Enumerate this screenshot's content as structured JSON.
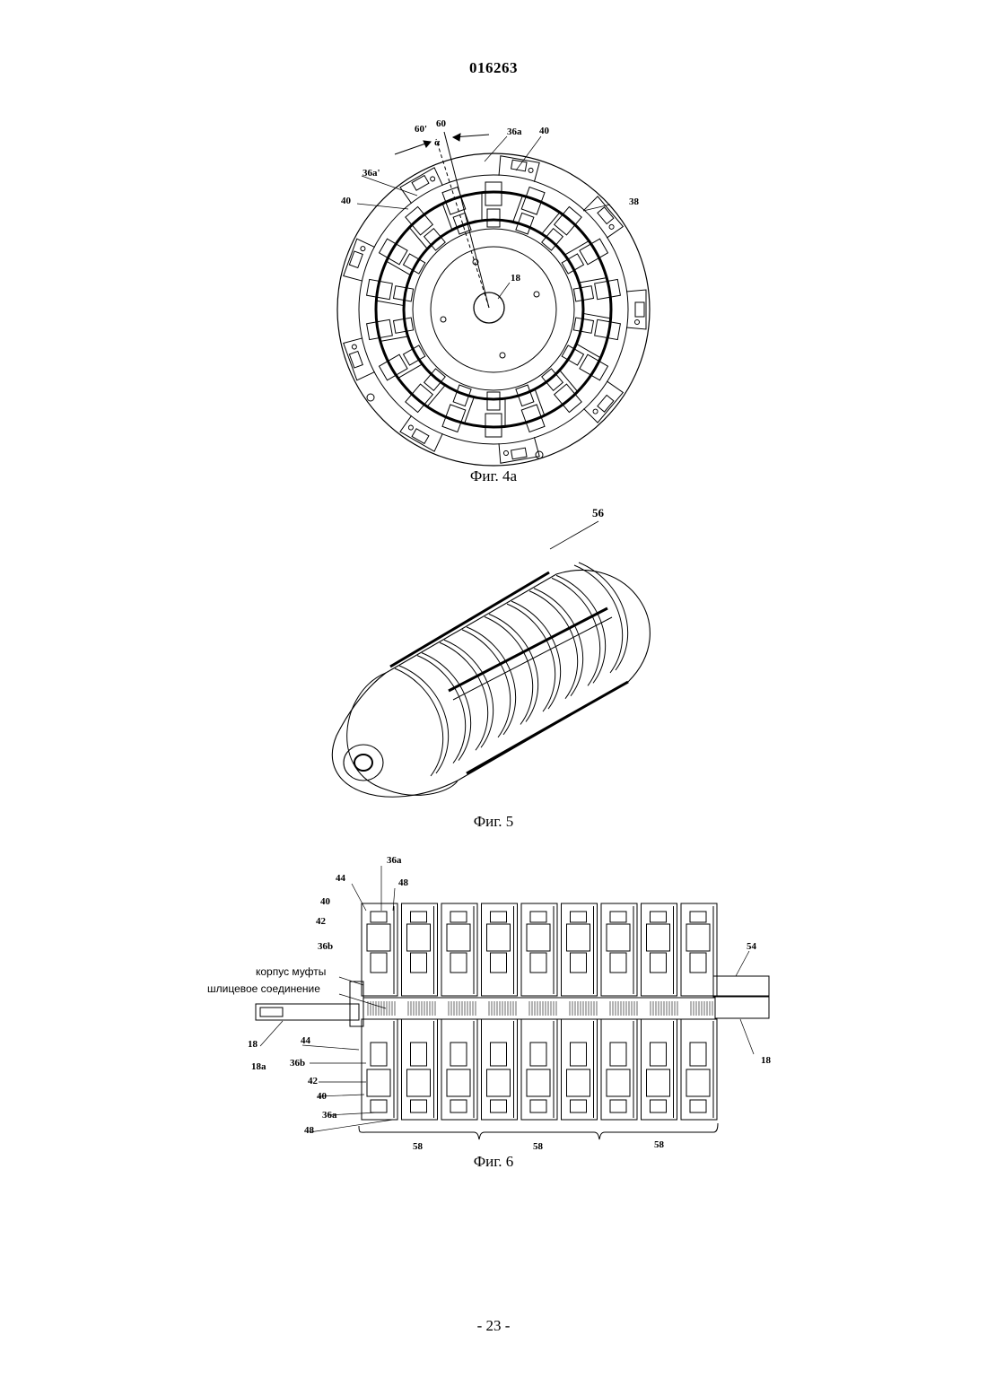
{
  "header": {
    "doc_number": "016263"
  },
  "figures": {
    "fig4a": {
      "caption": "Фиг. 4a",
      "labels": {
        "l60p": "60'",
        "l60": "60",
        "alpha": "α",
        "l36a": "36a",
        "l40a": "40",
        "l36ap": "36a'",
        "l40b": "40",
        "l38": "38",
        "l18": "18"
      }
    },
    "fig5": {
      "caption": "Фиг. 5",
      "labels": {
        "l56": "56"
      }
    },
    "fig6": {
      "caption": "Фиг. 6",
      "labels": {
        "l36a_top": "36a",
        "l44_top": "44",
        "l48_top": "48",
        "l40_top": "40",
        "l42_top": "42",
        "l36b_top": "36b",
        "housing": "корпус муфты",
        "spline": "шлицевое соединение",
        "l54": "54",
        "l18_left": "18",
        "l18a": "18a",
        "l18_right": "18",
        "l44_bot": "44",
        "l36b_bot": "36b",
        "l42_bot": "42",
        "l40_bot": "40",
        "l36a_bot": "36a",
        "l48_bot": "48",
        "l58_1": "58",
        "l58_2": "58",
        "l58_3": "58"
      }
    }
  },
  "footer": {
    "page_number": "- 23 -"
  }
}
